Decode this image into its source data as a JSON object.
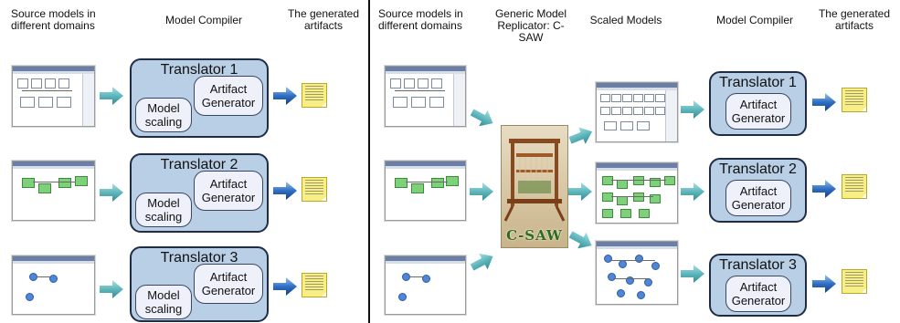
{
  "left_panel": {
    "headers": {
      "source": "Source models in different domains",
      "compiler": "Model Compiler",
      "artifacts": "The generated artifacts"
    },
    "translators": [
      {
        "name": "Translator 1",
        "scaling": "Model scaling",
        "generator": "Artifact Generator"
      },
      {
        "name": "Translator 2",
        "scaling": "Model scaling",
        "generator": "Artifact Generator"
      },
      {
        "name": "Translator 3",
        "scaling": "Model scaling",
        "generator": "Artifact Generator"
      }
    ]
  },
  "right_panel": {
    "headers": {
      "source": "Source models in different domains",
      "replicator": "Generic Model Replicator: C-SAW",
      "scaled": "Scaled Models",
      "compiler": "Model Compiler",
      "artifacts": "The generated artifacts"
    },
    "logo_text": "C-SAW",
    "translators": [
      {
        "name": "Translator 1",
        "generator": "Artifact Generator"
      },
      {
        "name": "Translator 2",
        "generator": "Artifact Generator"
      },
      {
        "name": "Translator 3",
        "generator": "Artifact Generator"
      }
    ]
  },
  "colors": {
    "translator_fill": "#b9cfe6",
    "translator_border": "#1e2c45",
    "arrow_teal": "#5fb7bd",
    "arrow_blue": "#2f6fc4",
    "note_yellow": "#f7ef86"
  }
}
